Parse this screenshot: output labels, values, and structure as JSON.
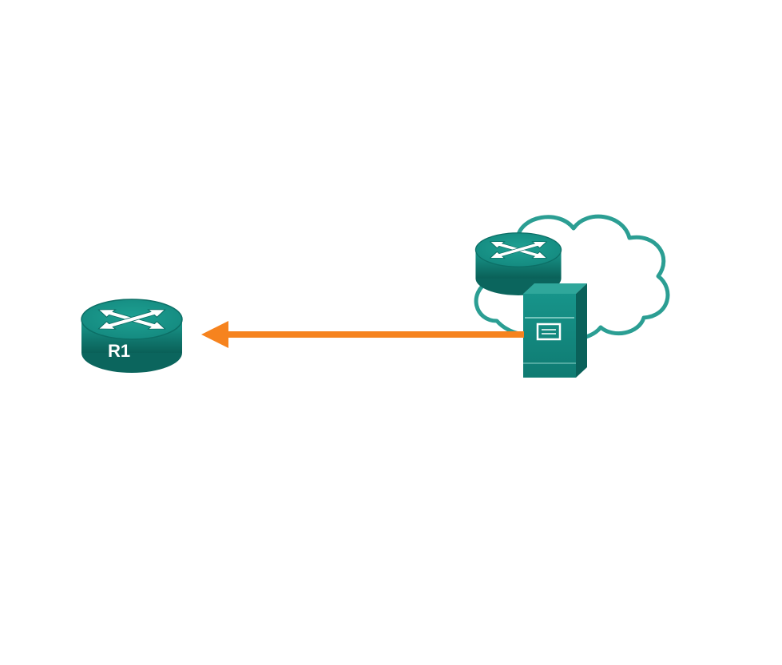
{
  "page": {
    "description": "Network topology diagram: an orange arrow points left from a server and router at a WAN cloud toward router R1"
  },
  "diagram": {
    "router_r1": {
      "label": "R1",
      "type": "router"
    },
    "cloud_router": {
      "type": "router"
    },
    "server": {
      "type": "server"
    },
    "cloud": {
      "type": "wan-cloud"
    },
    "arrow": {
      "from": "server",
      "to": "R1",
      "direction": "left"
    }
  },
  "colors": {
    "teal": "#13887E",
    "tealDark": "#0A615A",
    "tealLight": "#2FA79B",
    "cloudStroke": "#2B9E93",
    "arrowOrange": "#F6831E",
    "white": "#FFFFFF"
  }
}
